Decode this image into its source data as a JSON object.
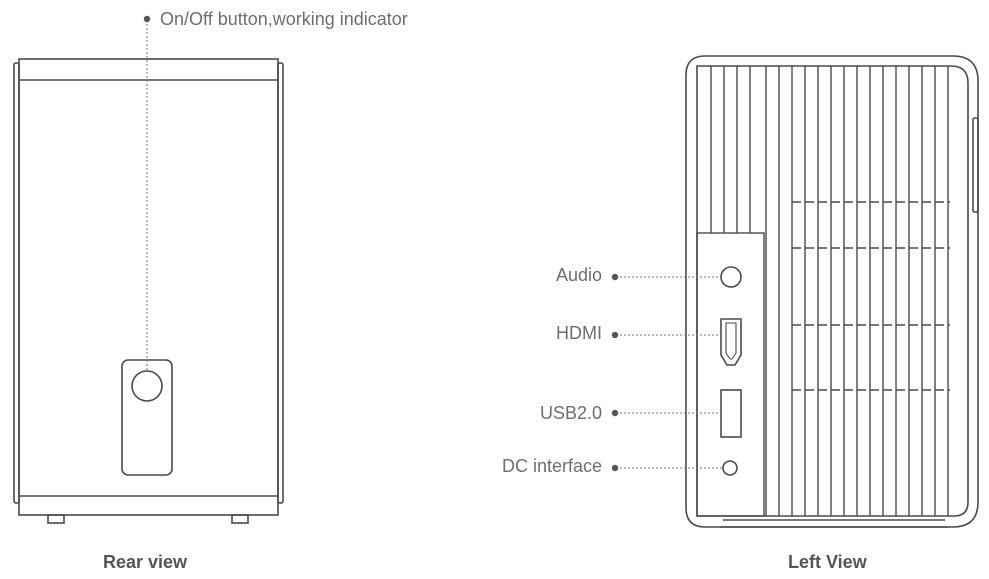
{
  "rear": {
    "caption": "Rear view",
    "callout": "On/Off  button,working indicator"
  },
  "left": {
    "caption": "Left View",
    "ports": [
      {
        "label": "Audio",
        "icon": "audio-jack-icon"
      },
      {
        "label": "HDMI",
        "icon": "hdmi-port-icon"
      },
      {
        "label": "USB2.0",
        "icon": "usb-port-icon"
      },
      {
        "label": "DC interface",
        "icon": "dc-port-icon"
      }
    ]
  },
  "colors": {
    "line": "#4a4a4a",
    "text": "#6e6e6e",
    "leader": "#777777"
  }
}
